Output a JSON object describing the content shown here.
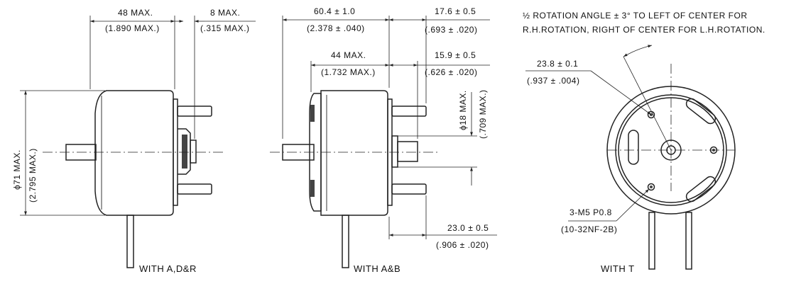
{
  "views": {
    "adr": {
      "caption": "WITH A,D&R",
      "dims": {
        "length_mm": "48 MAX.",
        "length_in": "(1.890 MAX.)",
        "term_mm": "8 MAX.",
        "term_in": "(.315 MAX.)",
        "dia_mm": "ϕ71 MAX.",
        "dia_in": "(2.795 MAX.)"
      }
    },
    "ab": {
      "caption": "WITH A&B",
      "dims": {
        "overall_mm": "60.4 ± 1.0",
        "overall_in": "(2.378 ± .040)",
        "body_mm": "44 MAX.",
        "body_in": "(1.732 MAX.)",
        "term_a_mm": "17.6 ± 0.5",
        "term_a_in": "(.693 ± .020)",
        "term_b_mm": "15.9 ± 0.5",
        "term_b_in": "(.626 ± .020)",
        "hub_mm": "ϕ18 MAX.",
        "hub_in": "(.709 MAX.)",
        "lead_mm": "23.0 ± 0.5",
        "lead_in": "(.906 ± .020)"
      }
    },
    "t": {
      "caption": "WITH T",
      "note_line1": "½ ROTATION ANGLE ± 3° TO LEFT OF CENTER FOR",
      "note_line2": "R.H.ROTATION, RIGHT OF CENTER FOR L.H.ROTATION.",
      "dims": {
        "radius_mm": "23.8 ± 0.1",
        "radius_in": "(.937 ± .004)",
        "thread_mm": "3-M5 P0.8",
        "thread_in": "(10-32NF-2B)"
      }
    }
  }
}
